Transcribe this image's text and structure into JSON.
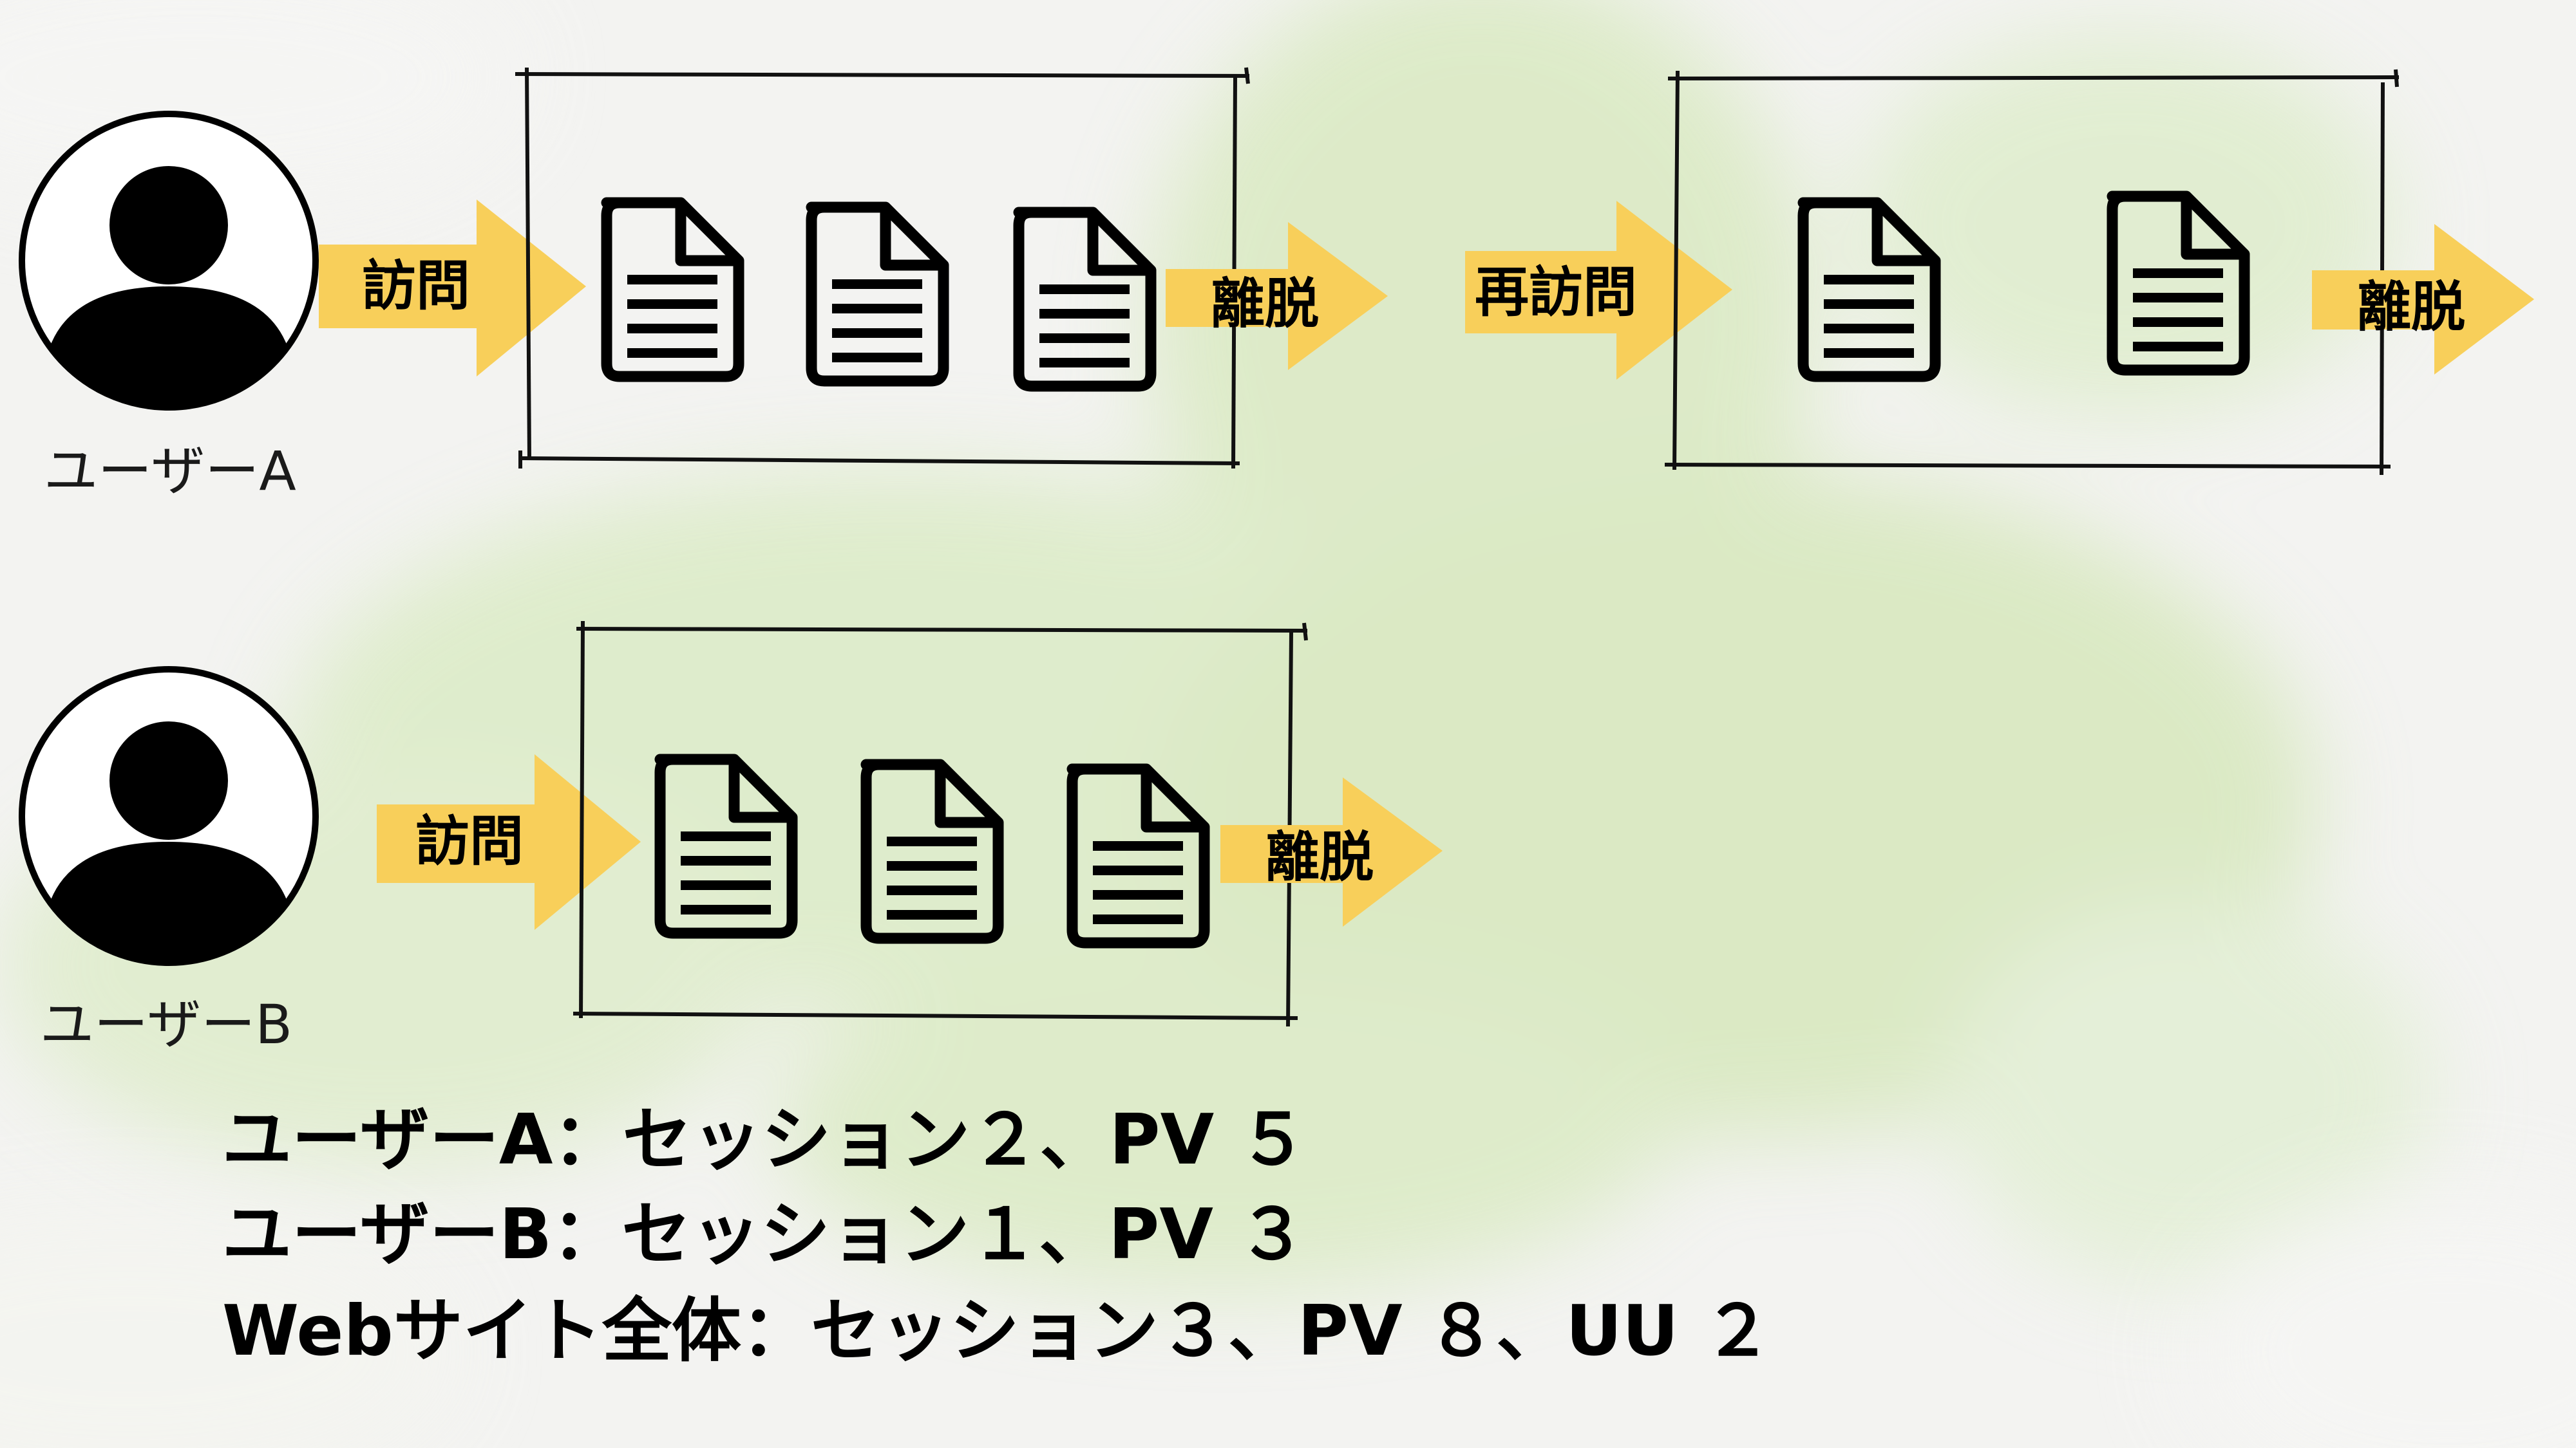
{
  "users": [
    {
      "label": "ユーザーA"
    },
    {
      "label": "ユーザーB"
    }
  ],
  "flow_labels": {
    "visit": "訪問",
    "revisit": "再訪問",
    "exit": "離脱"
  },
  "summary": [
    "ユーザーA：セッション２、PV ５",
    "ユーザーB：セッション１、PV ３",
    "Webサイト全体：セッション３、PV ８、UU ２"
  ],
  "colors": {
    "arrow": "#f8cf5a",
    "ink": "#000000",
    "background": "#f3f3f1",
    "wash": "#cfe3b0"
  }
}
